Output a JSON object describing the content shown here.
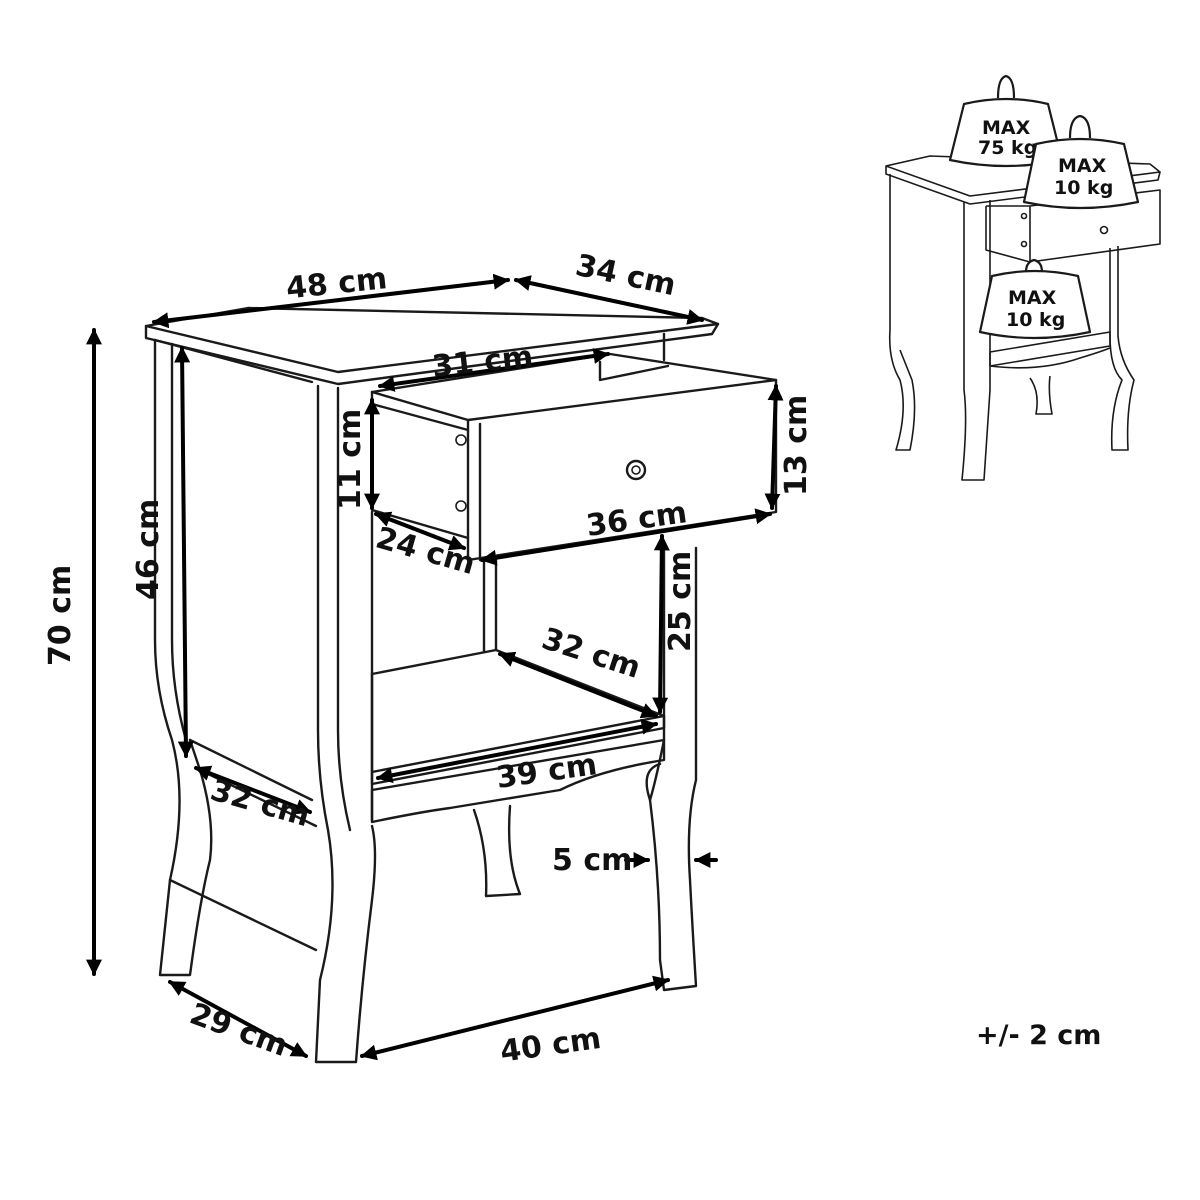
{
  "dimensions": {
    "top_width": "48 cm",
    "top_depth": "34 cm",
    "drawer_inner_width": "31 cm",
    "drawer_inner_height": "11 cm",
    "drawer_front_height": "13 cm",
    "drawer_front_width": "36 cm",
    "drawer_depth": "24 cm",
    "leg_to_drawer_height": "46 cm",
    "total_height": "70 cm",
    "shelf_clearance": "25 cm",
    "shelf_depth": "32 cm",
    "shelf_width": "39 cm",
    "side_depth": "32 cm",
    "leg_width": "5 cm",
    "base_depth": "29 cm",
    "base_width": "40 cm"
  },
  "load_limits": {
    "top_line1": "MAX",
    "top_line2": "75 kg",
    "drawer_line1": "MAX",
    "drawer_line2": "10 kg",
    "shelf_line1": "MAX",
    "shelf_line2": "10 kg"
  },
  "tolerance": "+/- 2 cm"
}
